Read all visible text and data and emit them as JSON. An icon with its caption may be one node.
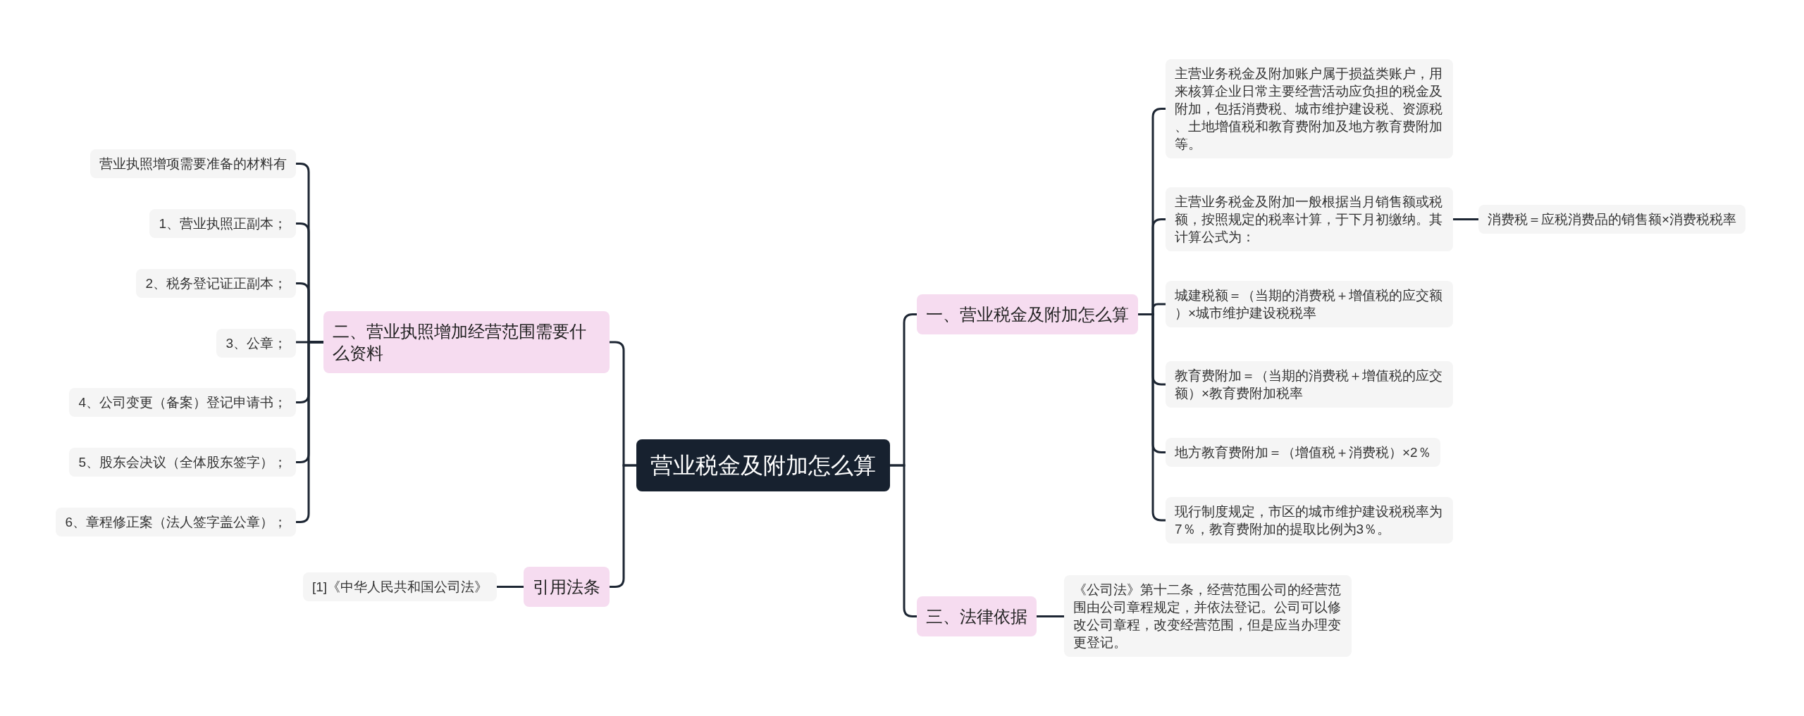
{
  "diagram": {
    "nodes": [
      {
        "text": [
          "营业税金及附加怎么算"
        ]
      },
      {
        "text": [
          "一、营业税金及附加怎么算"
        ]
      },
      {
        "text": [
          "主营业务税金及附加账户属于损益类账户，用来核算企业日常主要经营活动应负担的税金及附加，包括消费税、城市维护建设税、资源税、土地增值税和教育费附加及地方教育费附加等。"
        ]
      },
      {
        "text": [
          "主营业务税金及附加一般根据当月销售额或税额，按照规定的税率计算，于下月初缴纳。其计算公式为："
        ]
      },
      {
        "text": [
          "消费税＝应税消费品的销售额×消费税税率"
        ]
      },
      {
        "text": [
          "城建税额＝（当期的消费税＋增值税的应交额）×城市维护建设税税率"
        ]
      },
      {
        "text": [
          "教育费附加＝（当期的消费税＋增值税的应交额）×教育费附加税率"
        ]
      },
      {
        "text": [
          "地方教育费附加＝（增值税＋消费税）×2％"
        ]
      },
      {
        "text": [
          "现行制度规定，市区的城市维护建设税税率为7％，教育费附加的提取比例为3％。"
        ]
      },
      {
        "text": [
          "三、法律依据"
        ]
      },
      {
        "text": [
          "《公司法》第十二条，经营范围公司的经营范围由公司章程规定，并依法登记。公司可以修改公司章程，改变经营范围，但是应当办理变更登记。"
        ]
      },
      {
        "text": [
          "二、营业执照增加经营范围需要什么资料"
        ]
      },
      {
        "text": [
          "营业执照增项需要准备的材料有"
        ]
      },
      {
        "text": [
          "1、营业执照正副本；"
        ]
      },
      {
        "text": [
          "2、税务登记证正副本；"
        ]
      },
      {
        "text": [
          "3、公章；"
        ]
      },
      {
        "text": [
          "4、公司变更（备案）登记申请书；"
        ]
      },
      {
        "text": [
          "5、股东会决议（全体股东签字）；"
        ]
      },
      {
        "text": [
          "6、章程修正案（法人签字盖公章）；"
        ]
      },
      {
        "text": [
          "引用法条"
        ]
      },
      {
        "text": [
          "[1]《中华人民共和国公司法》"
        ]
      }
    ],
    "edges": [
      {
        "from": 0,
        "to": 1,
        "arrow": "none"
      },
      {
        "from": 1,
        "to": 2,
        "arrow": "none"
      },
      {
        "from": 1,
        "to": 3,
        "arrow": "none"
      },
      {
        "from": 3,
        "to": 4,
        "arrow": "none"
      },
      {
        "from": 1,
        "to": 5,
        "arrow": "none"
      },
      {
        "from": 1,
        "to": 6,
        "arrow": "none"
      },
      {
        "from": 1,
        "to": 7,
        "arrow": "none"
      },
      {
        "from": 1,
        "to": 8,
        "arrow": "none"
      },
      {
        "from": 0,
        "to": 9,
        "arrow": "none"
      },
      {
        "from": 9,
        "to": 10,
        "arrow": "none"
      },
      {
        "from": 0,
        "to": 11,
        "arrow": "none"
      },
      {
        "from": 11,
        "to": 12,
        "arrow": "none"
      },
      {
        "from": 11,
        "to": 13,
        "arrow": "none"
      },
      {
        "from": 11,
        "to": 14,
        "arrow": "none"
      },
      {
        "from": 11,
        "to": 15,
        "arrow": "none"
      },
      {
        "from": 11,
        "to": 16,
        "arrow": "none"
      },
      {
        "from": 11,
        "to": 17,
        "arrow": "none"
      },
      {
        "from": 11,
        "to": 18,
        "arrow": "none"
      },
      {
        "from": 0,
        "to": 19,
        "arrow": "none"
      },
      {
        "from": 19,
        "to": 20,
        "arrow": "none"
      }
    ]
  }
}
